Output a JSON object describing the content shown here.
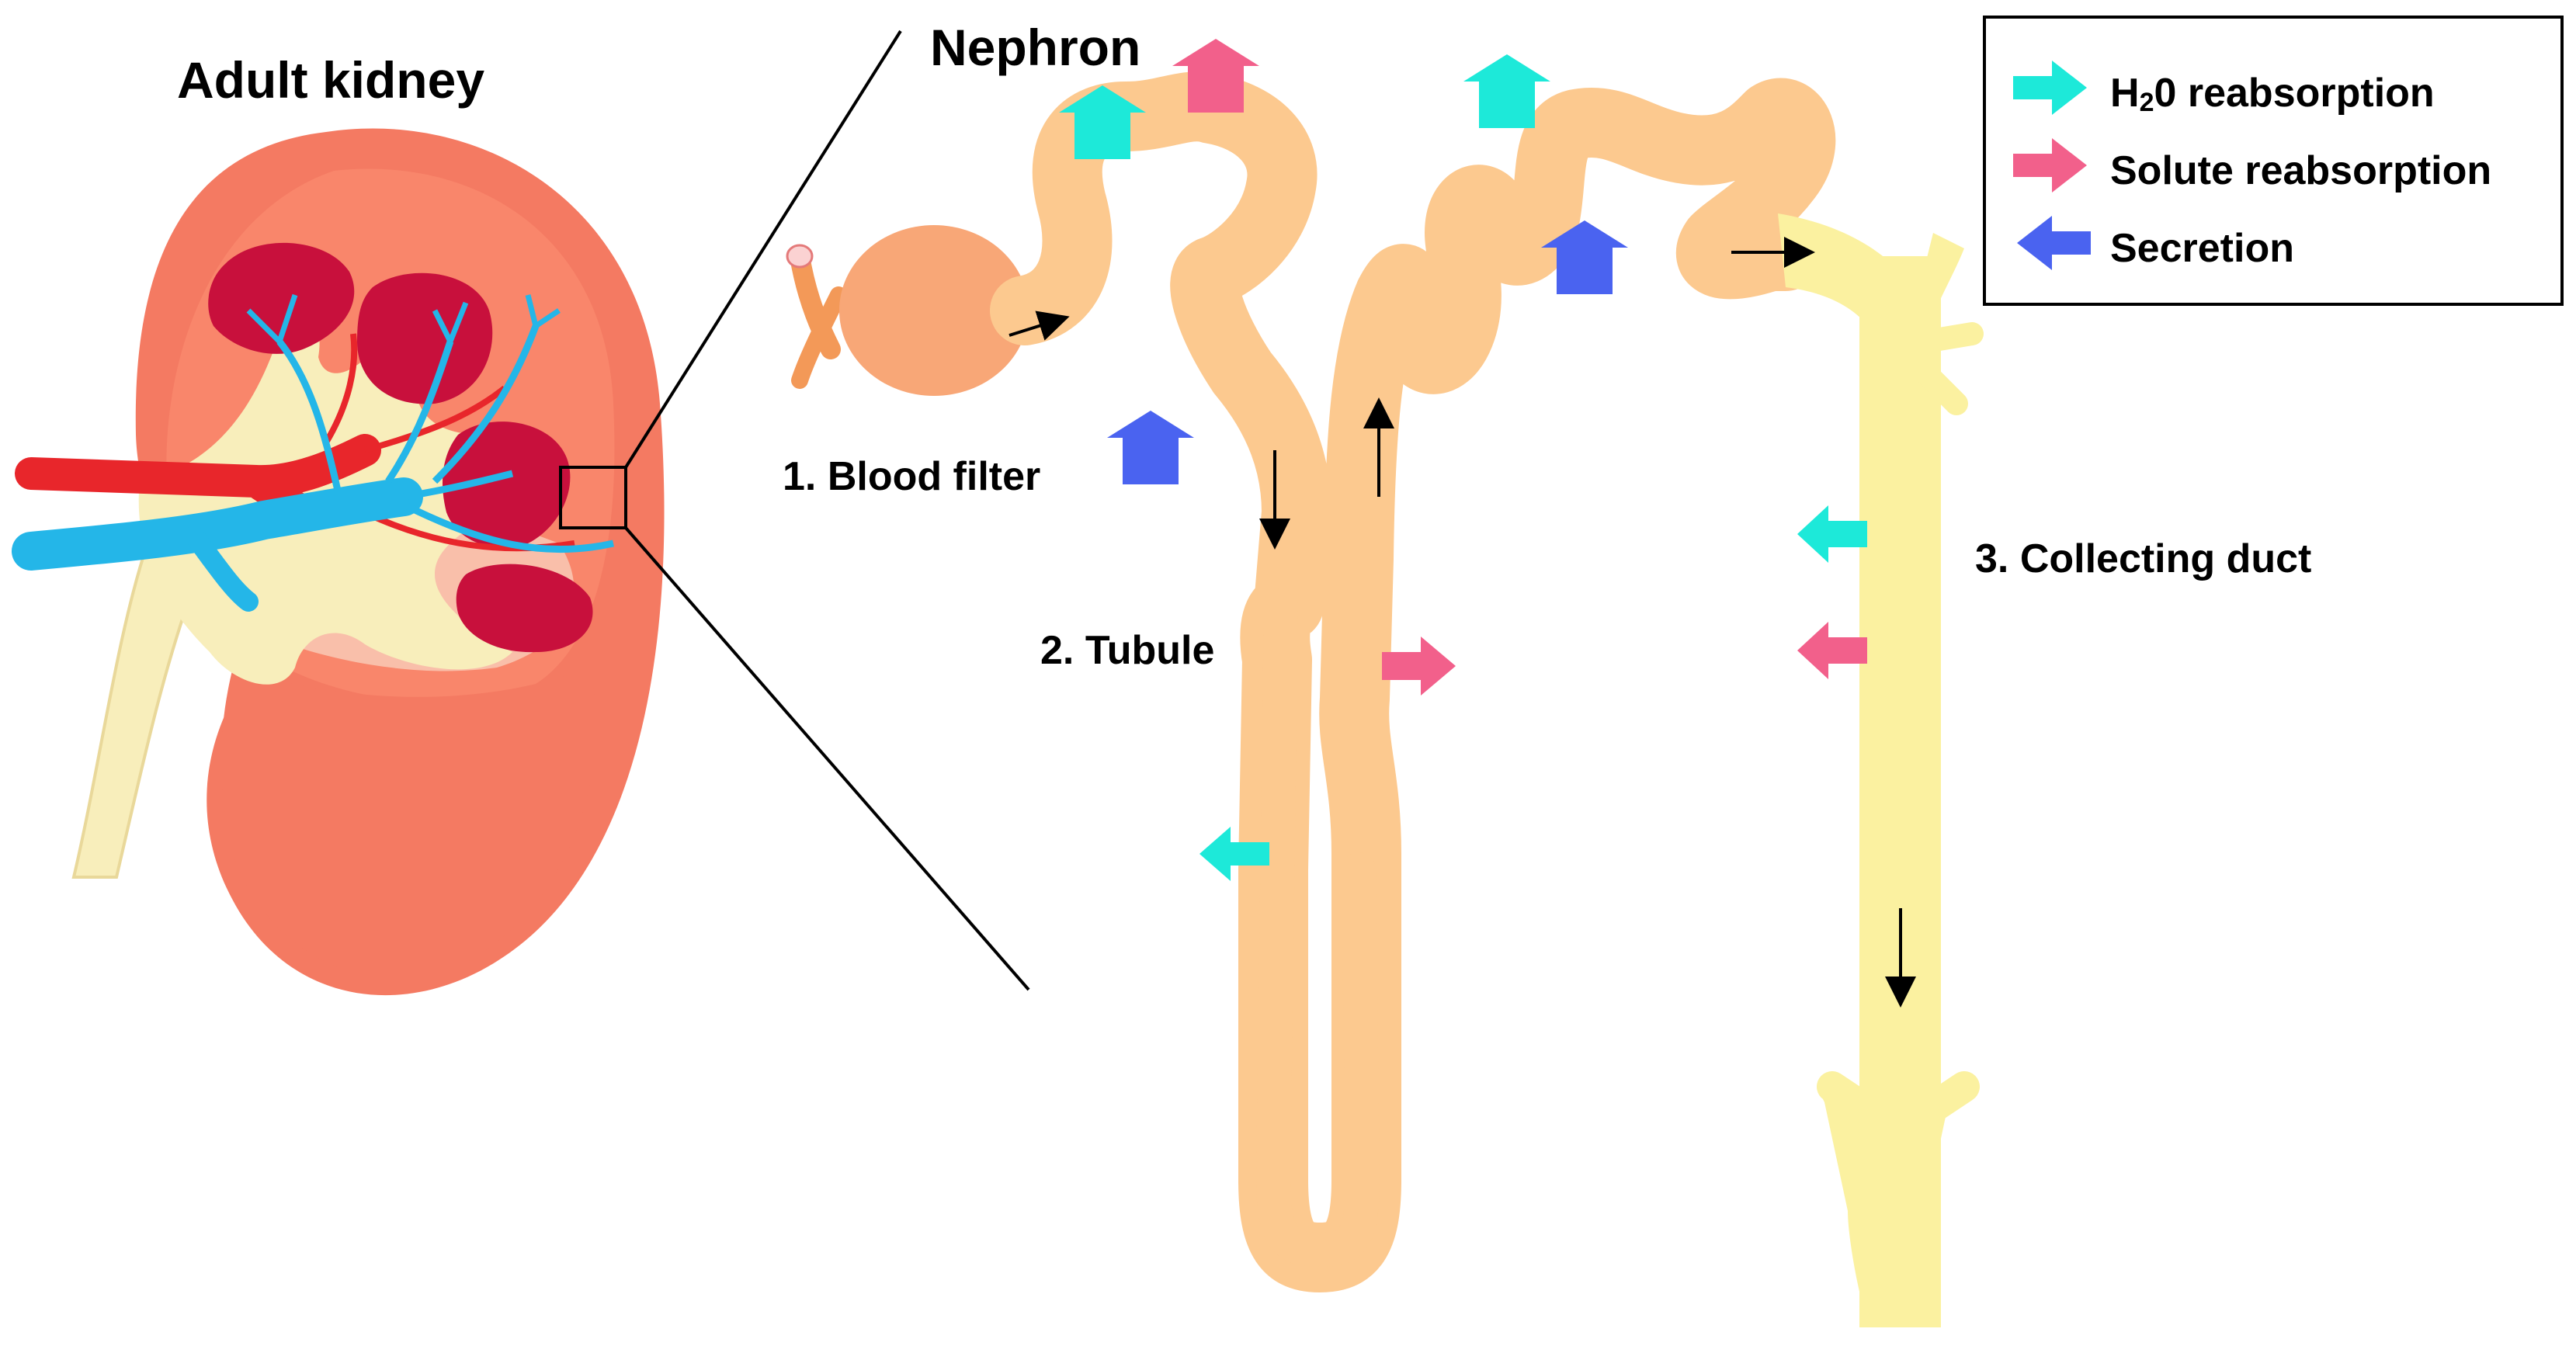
{
  "labels": {
    "kidney_title": "Adult kidney",
    "nephron_title": "Nephron",
    "blood_filter": "1. Blood filter",
    "tubule": "2. Tubule",
    "collecting_duct": "3. Collecting duct"
  },
  "legend": {
    "water_prefix": "H",
    "water_sub": "2",
    "water_suffix": "0 reabsorption",
    "solute": "Solute reabsorption",
    "secretion": "Secretion"
  },
  "colors": {
    "water": "#1de9d9",
    "solute": "#f2608b",
    "secretion": "#4a63f0",
    "kidney_outer": "#f47a62",
    "kidney_inner": "#f9d7c4",
    "pyramid": "#c8103c",
    "artery": "#e8262b",
    "vein": "#24b6e8",
    "pelvis": "#f8eebb",
    "tubule": "#fcc98f",
    "glomerulus": "#f8a777",
    "duct": "#fbf1a0"
  },
  "icons": {
    "water": "arrow-icon",
    "solute": "arrow-icon",
    "secretion": "arrow-icon"
  }
}
